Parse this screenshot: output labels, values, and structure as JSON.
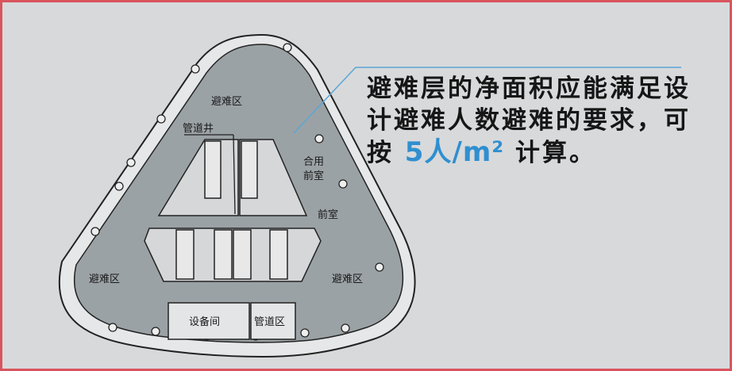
{
  "diagram": {
    "labels": {
      "refuge_top": "避难区",
      "pipe_shaft": "管道井",
      "shared_vestibule_1": "合用",
      "shared_vestibule_2": "前室",
      "vestibule": "前室",
      "refuge_left": "避难区",
      "refuge_right": "避难区",
      "equipment_room": "设备间",
      "pipe_zone": "管道区"
    },
    "caption": {
      "line1": "避难层的净面积应能满足设",
      "line2": "计避难人数避难的要求，可",
      "line3_prefix": "按",
      "highlight": "5人/m²",
      "line3_suffix": "计算。"
    },
    "colors": {
      "border": "#d9545e",
      "background": "#d8d9db",
      "floor": "#9aa1a4",
      "highlight": "#2f8fd0",
      "leader_line": "#5aa6d6"
    }
  }
}
